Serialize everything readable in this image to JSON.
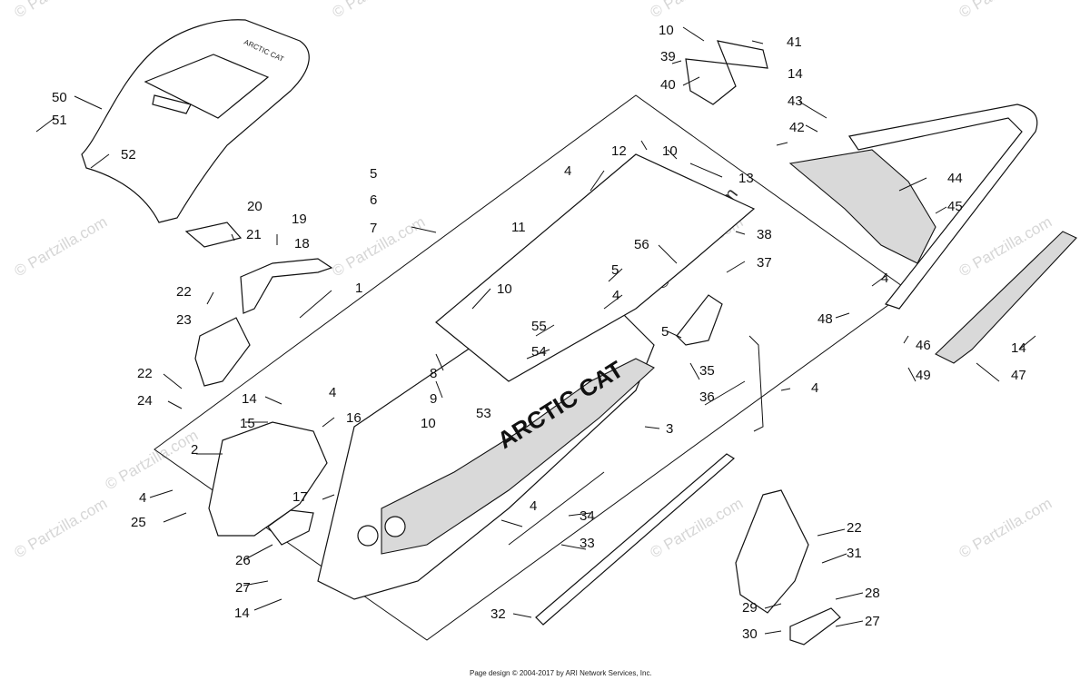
{
  "callouts": [
    "1",
    "2",
    "3",
    "4",
    "5",
    "6",
    "7",
    "8",
    "9",
    "10",
    "11",
    "12",
    "13",
    "14",
    "15",
    "16",
    "17",
    "18",
    "19",
    "20",
    "21",
    "22",
    "23",
    "24",
    "25",
    "26",
    "27",
    "28",
    "29",
    "30",
    "31",
    "32",
    "33",
    "34",
    "35",
    "36",
    "37",
    "38",
    "39",
    "40",
    "41",
    "42",
    "43",
    "44",
    "45",
    "46",
    "47",
    "48",
    "49",
    "50",
    "51",
    "52",
    "53",
    "54",
    "55",
    "56"
  ],
  "watermark": {
    "small": "© Partzilla.com",
    "diagonal": "© Partzilla.com"
  },
  "decals": {
    "tunnel": "ARCTIC CAT",
    "seat": "ARCTIC CAT"
  },
  "footer": "Page design © 2004-2017 by ARI Network Services, Inc."
}
